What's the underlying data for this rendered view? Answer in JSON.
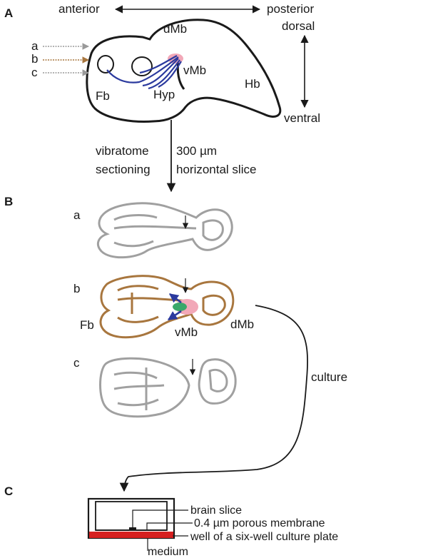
{
  "panels": {
    "A": "A",
    "B": "B",
    "C": "C"
  },
  "panel_a": {
    "axis_anterior": "anterior",
    "axis_posterior": "posterior",
    "axis_dorsal": "dorsal",
    "axis_ventral": "ventral",
    "region_dMb": "dMb",
    "region_vMb": "vMb",
    "region_Fb": "Fb",
    "region_Hyp": "Hyp",
    "region_Hb": "Hb",
    "level_a": "a",
    "level_b": "b",
    "level_c": "c",
    "step_left_1": "vibratome",
    "step_left_2": "sectioning",
    "step_right_1": "300 µm",
    "step_right_2": "horizontal slice"
  },
  "panel_b": {
    "slice_a": "a",
    "slice_b": "b",
    "slice_c": "c",
    "label_Fb": "Fb",
    "label_vMb": "vMb",
    "label_dMb": "dMb",
    "culture": "culture"
  },
  "panel_c": {
    "brain_slice": "brain slice",
    "membrane": "0.4 µm porous membrane",
    "well": "well of a six-well culture plate",
    "medium": "medium"
  },
  "colors": {
    "outline": "#1a1a1a",
    "slice_grey": "#a0a0a0",
    "slice_brown": "#a8763e",
    "axon_blue": "#2b3a9e",
    "pink": "#f2a8b8",
    "green": "#3aa86a",
    "medium_red": "#d62020"
  }
}
